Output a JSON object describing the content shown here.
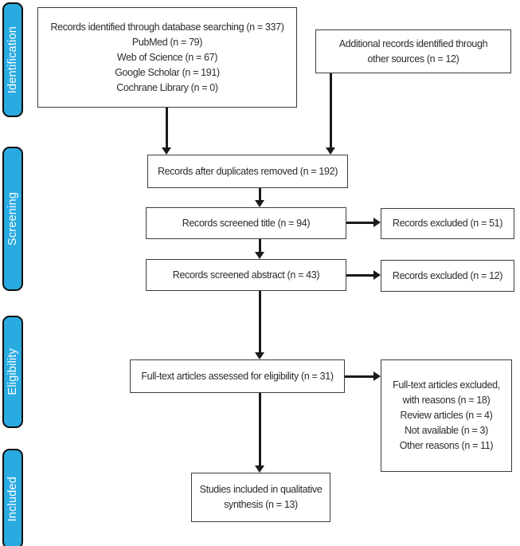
{
  "diagram": {
    "stages": [
      {
        "label": "Identification"
      },
      {
        "label": "Screening"
      },
      {
        "label": "Eligibility"
      },
      {
        "label": "Included"
      }
    ],
    "boxes": {
      "identified": {
        "lines": [
          "Records identified through database searching (n = 337)",
          "PubMed (n = 79)",
          "Web of Science (n = 67)",
          "Google Scholar (n = 191)",
          "Cochrane Library (n = 0)"
        ]
      },
      "additional": {
        "lines": [
          "Additional records identified through",
          "other sources (n = 12)"
        ]
      },
      "duplicates_removed": {
        "lines": [
          "Records after duplicates removed (n = 192)"
        ]
      },
      "screened_title": {
        "lines": [
          "Records screened title (n = 94)"
        ]
      },
      "excluded_title": {
        "lines": [
          "Records excluded (n = 51)"
        ]
      },
      "screened_abstract": {
        "lines": [
          "Records screened abstract (n = 43)"
        ]
      },
      "excluded_abstract": {
        "lines": [
          "Records excluded (n = 12)"
        ]
      },
      "fulltext_assessed": {
        "lines": [
          "Full-text articles assessed for eligibility (n = 31)"
        ]
      },
      "fulltext_excluded": {
        "lines": [
          "Full-text articles excluded,",
          "with reasons (n = 18)",
          "Review articles (n = 4)",
          "Not available (n = 3)",
          "Other reasons (n = 11)"
        ]
      },
      "included_qualitative": {
        "lines": [
          "Studies included in qualitative",
          "synthesis (n = 13)"
        ]
      }
    },
    "colors": {
      "stage_fill": "#29ABE2",
      "stage_text": "#FFFFFF",
      "box_fill": "#FFFFFF",
      "box_border": "#3C3C3C",
      "arrow": "#1A1A1A",
      "background": "#FFFFFF"
    }
  }
}
